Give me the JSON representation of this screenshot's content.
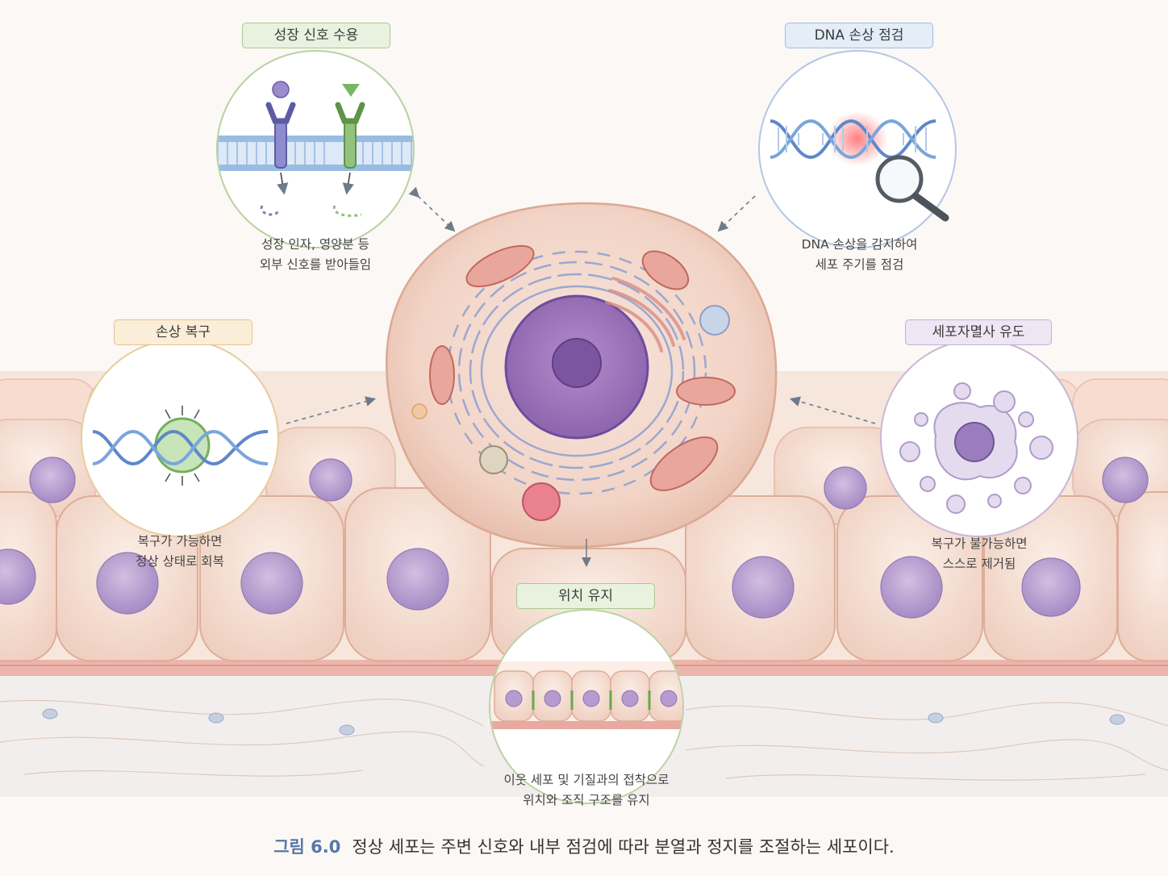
{
  "callouts": {
    "growth_signal": {
      "title": "성장 신호 수용",
      "desc_line1": "성장 인자, 영양분 등",
      "desc_line2": "외부 신호를 받아들임"
    },
    "dna_check": {
      "title": "DNA 손상 점검",
      "desc_line1": "DNA 손상을 감지하여",
      "desc_line2": "세포 주기를 점검"
    },
    "repair": {
      "title": "손상 복구",
      "desc_line1": "복구가 가능하면",
      "desc_line2": "정상 상태로 회복"
    },
    "apoptosis": {
      "title": "세포자멸사 유도",
      "desc_line1": "복구가 불가능하면",
      "desc_line2": "스스로 제거됨"
    },
    "position": {
      "title": "위치 유지",
      "desc_line1": "이웃 세포 및 기질과의 접착으로",
      "desc_line2": "위치와 조직 구조를 유지"
    }
  },
  "caption": {
    "label": "그림 6.0",
    "text": "정상 세포는 주변 신호와 내부 점검에 따라 분열과 정지를 조절하는 세포이다."
  },
  "colors": {
    "tissue": "#f6dfd2",
    "cell_nucleus": "#a87fc0",
    "dna_blue": "#6a92d0",
    "membrane": "#8fb6e2",
    "caption_accent": "#5877a8"
  }
}
